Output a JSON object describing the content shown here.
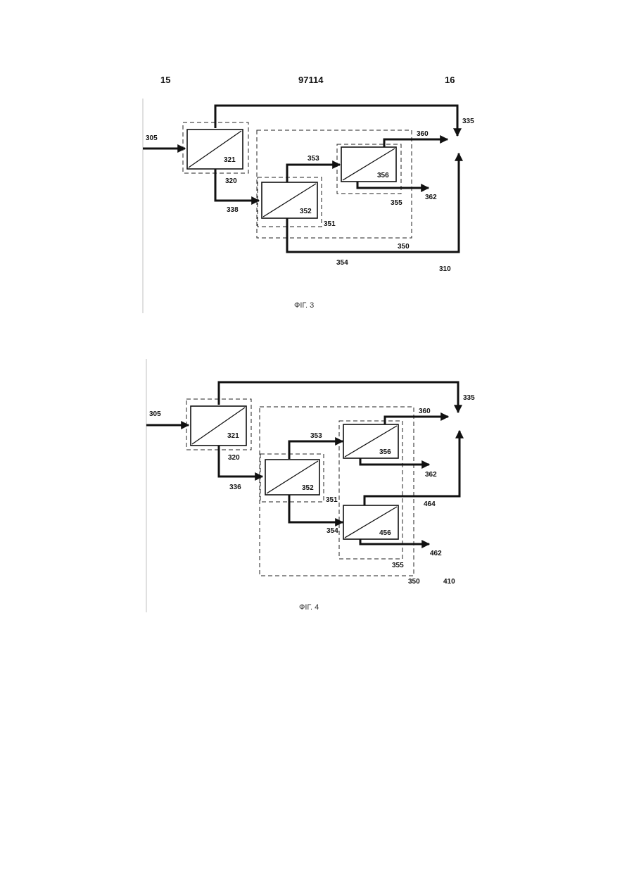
{
  "header": {
    "left_page": "15",
    "patent_number": "97114",
    "right_page": "16"
  },
  "fig3": {
    "caption": "ФІГ. 3",
    "labels": {
      "l305": "305",
      "l320": "320",
      "l321": "321",
      "l335": "335",
      "l338": "338",
      "l351": "351",
      "l352": "352",
      "l353": "353",
      "l354": "354",
      "l355": "355",
      "l356": "356",
      "l350": "350",
      "l360": "360",
      "l362": "362",
      "l310": "310"
    }
  },
  "fig4": {
    "caption": "ФІГ. 4",
    "labels": {
      "l305": "305",
      "l320": "320",
      "l321": "321",
      "l335": "335",
      "l336": "336",
      "l351": "351",
      "l352": "352",
      "l353": "353",
      "l354": "354",
      "l355": "355",
      "l356": "356",
      "l350": "350",
      "l360": "360",
      "l362": "362",
      "l410": "410",
      "l456": "456",
      "l462": "462",
      "l464": "464"
    }
  }
}
